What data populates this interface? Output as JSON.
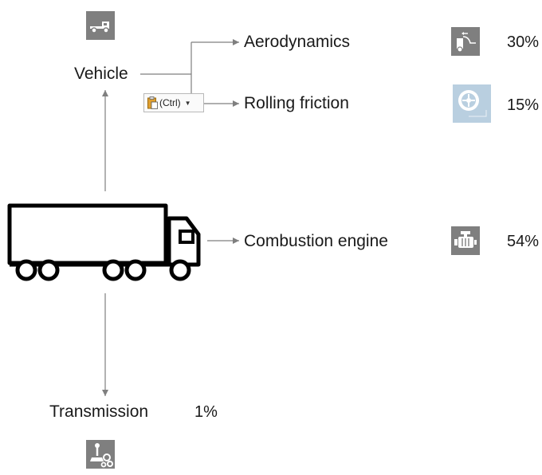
{
  "nodes": {
    "vehicle": {
      "label": "Vehicle",
      "icon": "tow-truck-icon"
    },
    "aerodynamics": {
      "label": "Aerodynamics",
      "percent": "30%",
      "icon": "aerodynamics-icon"
    },
    "rolling_friction": {
      "label": "Rolling friction",
      "percent": "15%",
      "icon": "tire-icon"
    },
    "combustion_engine": {
      "label": "Combustion engine",
      "percent": "54%",
      "icon": "engine-icon"
    },
    "transmission": {
      "label": "Transmission",
      "percent": "1%",
      "icon": "gear-shift-icon"
    },
    "truck": {
      "icon": "truck-icon"
    }
  },
  "paste_options": {
    "label": "(Ctrl)",
    "icon": "clipboard-icon",
    "dropdown_icon": "caret-down-icon"
  },
  "colors": {
    "line": "#7f7f7f",
    "icon_tile": "#7f7f7f",
    "tire_tile": "#b9cfe0",
    "text": "#1a1a1a"
  }
}
